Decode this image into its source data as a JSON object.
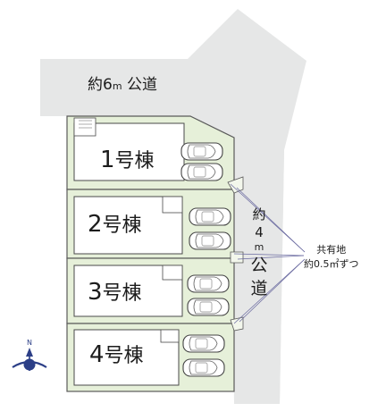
{
  "roads": {
    "top_road": {
      "prefix": "約",
      "width": "6",
      "unit": "m",
      "name": "公道"
    },
    "side_road": {
      "prefix": "約",
      "width": "4",
      "unit": "m",
      "name_1": "公",
      "name_2": "道"
    }
  },
  "lots": [
    {
      "num": "1",
      "suffix": "号棟"
    },
    {
      "num": "2",
      "suffix": "号棟"
    },
    {
      "num": "3",
      "suffix": "号棟"
    },
    {
      "num": "4",
      "suffix": "号棟"
    }
  ],
  "shared_land": {
    "title": "共有地",
    "note": "約0.5㎡ずつ"
  },
  "colors": {
    "road": "#e6e7e7",
    "lot": "#e6f0d9",
    "outline": "#5a5a5a",
    "text": "#1c1c1c",
    "compass": "#2c3f87"
  },
  "icons": [
    "north-compass-icon",
    "car-icon"
  ]
}
